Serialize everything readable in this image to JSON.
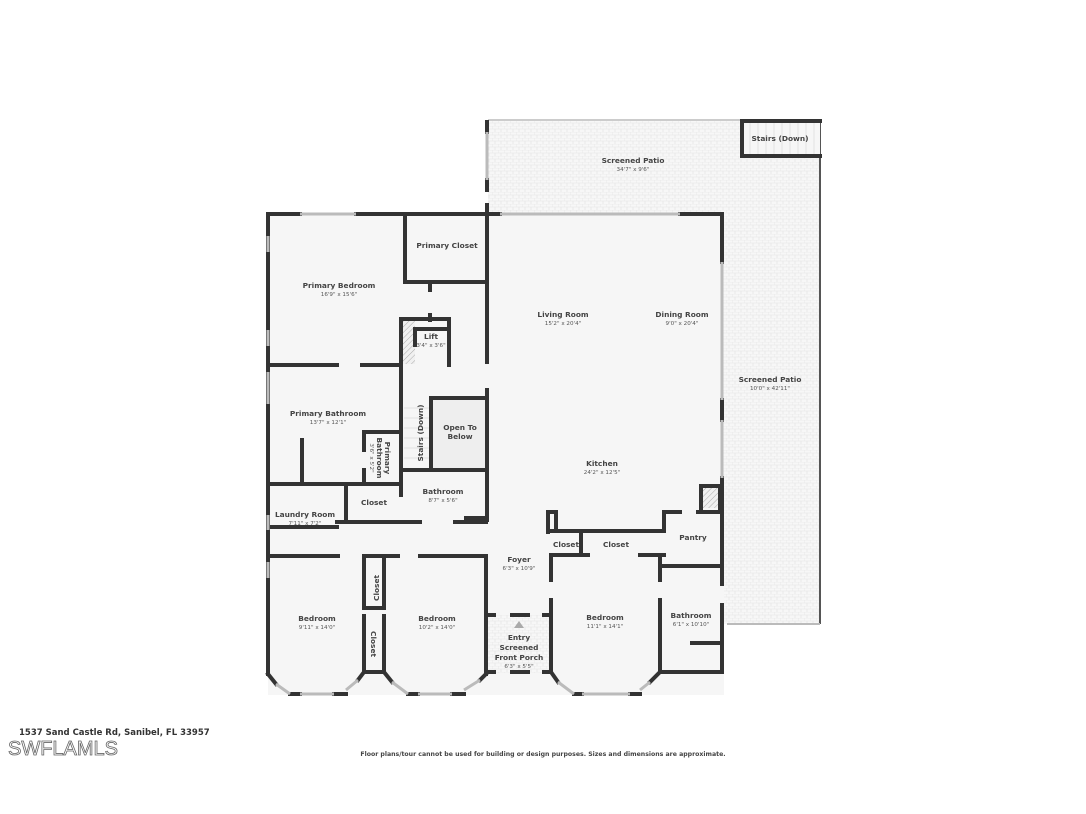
{
  "plan": {
    "rooms": {
      "screened_patio_top": {
        "name": "Screened Patio",
        "dim": "34'7\" x 9'6\""
      },
      "stairs_down_top": {
        "name": "Stairs (Down)"
      },
      "primary_closet": {
        "name": "Primary Closet"
      },
      "primary_bedroom": {
        "name": "Primary Bedroom",
        "dim": "16'9\" x 15'6\""
      },
      "lift": {
        "name": "Lift",
        "dim": "3'4\" x 3'6\""
      },
      "living_room": {
        "name": "Living Room",
        "dim": "15'2\" x 20'4\""
      },
      "dining_room": {
        "name": "Dining Room",
        "dim": "9'0\" x 20'4\""
      },
      "screened_patio_side": {
        "name": "Screened Patio",
        "dim": "10'0\" x 42'11\""
      },
      "primary_bathroom": {
        "name": "Primary Bathroom",
        "dim": "13'7\" x 12'1\""
      },
      "primary_bathroom_small": {
        "name_line1": "Primary",
        "name_line2": "Bathroom",
        "dim": "3'6\" x 5'2\""
      },
      "stairs_down_inner": {
        "name": "Stairs (Down)"
      },
      "open_to_below": {
        "name_line1": "Open To",
        "name_line2": "Below"
      },
      "kitchen": {
        "name": "Kitchen",
        "dim": "24'2\" x 12'5\""
      },
      "closet_primary_bath": {
        "name": "Closet"
      },
      "bathroom_center": {
        "name": "Bathroom",
        "dim": "8'7\" x 5'6\""
      },
      "laundry_room": {
        "name": "Laundry Room",
        "dim": "7'11\" x 7'2\""
      },
      "pantry": {
        "name": "Pantry"
      },
      "closet_foyer_small": {
        "name": "Closet"
      },
      "closet_foyer_large": {
        "name": "Closet"
      },
      "foyer": {
        "name": "Foyer",
        "dim": "6'3\" x 10'9\""
      },
      "closet_vertical_top": {
        "name": "Closet"
      },
      "closet_vertical_bottom": {
        "name": "Closet"
      },
      "bedroom_left": {
        "name": "Bedroom",
        "dim": "9'11\" x 14'0\""
      },
      "bedroom_middle": {
        "name": "Bedroom",
        "dim": "10'2\" x 14'0\""
      },
      "bedroom_right": {
        "name": "Bedroom",
        "dim": "11'1\" x 14'1\""
      },
      "bathroom_right": {
        "name": "Bathroom",
        "dim": "6'1\" x 10'10\""
      },
      "entry_porch": {
        "name_line1": "Entry",
        "name_line2": "Screened",
        "name_line3": "Front Porch",
        "dim": "6'3\" x 5'5\""
      }
    }
  },
  "footer": {
    "address": "1537 Sand Castle Rd, Sanibel, FL 33957",
    "logo": "SWFLAMLS",
    "disclaimer": "Floor plans/tour cannot be used for building or design purposes. Sizes and dimensions are approximate."
  },
  "colors": {
    "wall": "#333333",
    "floor": "#f6f6f6",
    "label": "#444444"
  }
}
